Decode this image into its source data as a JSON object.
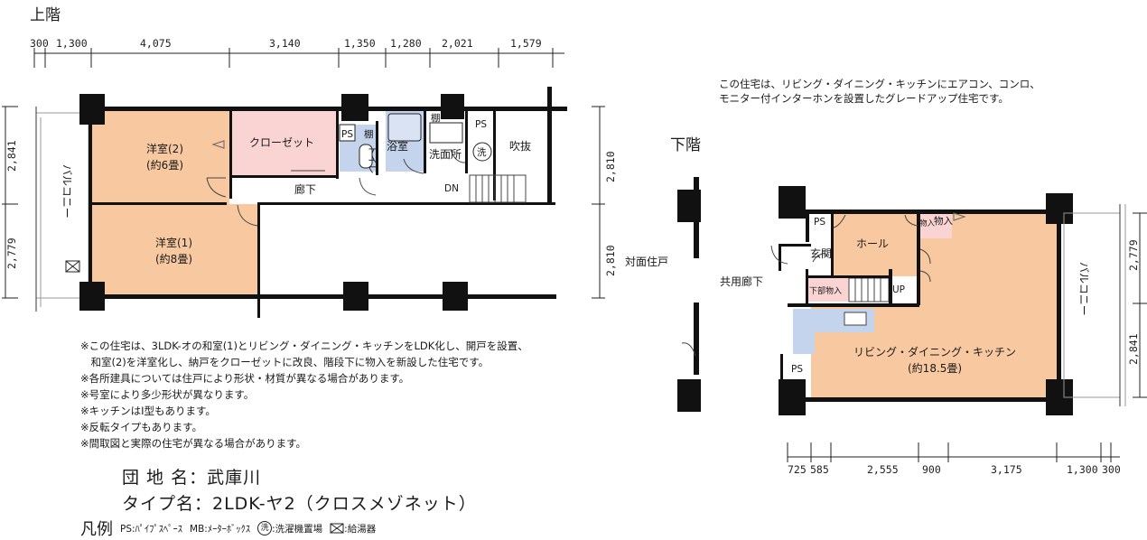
{
  "upper": {
    "heading": "上階",
    "dims_top": [
      "300",
      "1,300",
      "4,075",
      "3,140",
      "1,350",
      "1,280",
      "2,021",
      "1,579"
    ],
    "dims_left": [
      "2,841",
      "2,779"
    ],
    "dims_right": [
      "2,810",
      "2,810"
    ],
    "rooms": {
      "room2": "洋室(2)",
      "room2_size": "(約6畳)",
      "closet": "クローゼット",
      "ps": "PS",
      "shelf1": "棚",
      "toilet": "トイレ",
      "bath": "浴室",
      "shelf2": "棚",
      "ps2": "PS",
      "washroom": "洗面所",
      "washer": "洗",
      "void": "吹抜",
      "corridor": "廊下",
      "dn": "DN",
      "room1": "洋室(1)",
      "room1_size": "(約8畳)",
      "balcony": "バルコニー"
    }
  },
  "lower": {
    "heading": "下階",
    "dims_bottom": [
      "725",
      "585",
      "2,555",
      "900",
      "3,175",
      "1,300",
      "300"
    ],
    "dims_right": [
      "2,779",
      "2,841"
    ],
    "rooms": {
      "ps_top": "PS",
      "hall": "ホール",
      "storage_small": "物入",
      "storage": "物入",
      "entrance": "玄関",
      "under_storage": "下部物入",
      "up": "UP",
      "ldk": "リビング・ダイニング・キッチン",
      "ldk_size": "(約18.5畳)",
      "ps_bottom": "PS",
      "balcony": "バルコニー",
      "opposite_unit": "対面住戸",
      "common_corridor": "共用廊下"
    }
  },
  "promo": [
    "この住宅は、リビング・ダイニング・キッチンにエアコン、コンロ、",
    "モニター付インターホンを設置したグレードアップ住宅です。"
  ],
  "notes": [
    "※この住宅は、3LDK-オの和室(1)とリビング・ダイニング・キッチンをLDK化し、開戸を設置、",
    "　和室(2)を洋室化し、納戸をクローゼットに改良、階段下に物入を新設した住宅です。",
    "※各所建具については住戸により形状・材質が異なる場合があります。",
    "※号室により多少形状が異なります。",
    "※キッチンはI型もあります。",
    "※反転タイプもあります。",
    "※間取図と実際の住宅が異なる場合があります。"
  ],
  "info": {
    "estate": "団 地 名：武庫川",
    "type": "タイプ名：2LDK-ヤ2（クロスメゾネット）"
  },
  "legend": {
    "title": "凡例",
    "ps": "PS:ﾊﾟｲﾌﾟｽﾍﾟｰｽ",
    "mb": "MB:ﾒｰﾀｰﾎﾞｯｸｽ",
    "washer_symbol": "洗",
    "washer": ":洗濯機置場",
    "heater": ":給湯器"
  },
  "colors": {
    "room_orange": "#f8c9a0",
    "closet_pink": "#f9d4d2",
    "wet_blue": "#c4d4ec",
    "wall": "#111111",
    "column": "#111111"
  }
}
